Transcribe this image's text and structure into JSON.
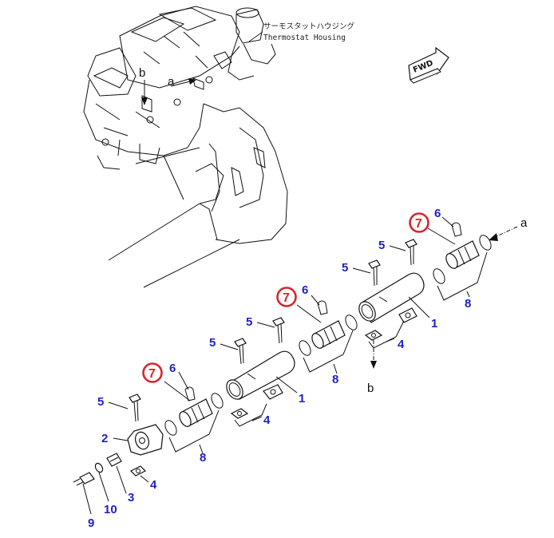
{
  "header": {
    "housing_jp": "サーモスタットハウジング",
    "housing_en": "Thermostat Housing",
    "fwd": "FWD"
  },
  "letters": {
    "a_top": "a",
    "b_top": "b",
    "a_right": "a",
    "b_bottom": "b"
  },
  "parts": {
    "p1": "1",
    "p2": "2",
    "p3": "3",
    "p4": "4",
    "p5": "5",
    "p6": "6",
    "p7": "7",
    "p8": "8",
    "p9": "9",
    "p10": "10"
  },
  "colors": {
    "part_number": "#1f1fc8",
    "highlight": "#d8242c",
    "line": "#111111"
  }
}
